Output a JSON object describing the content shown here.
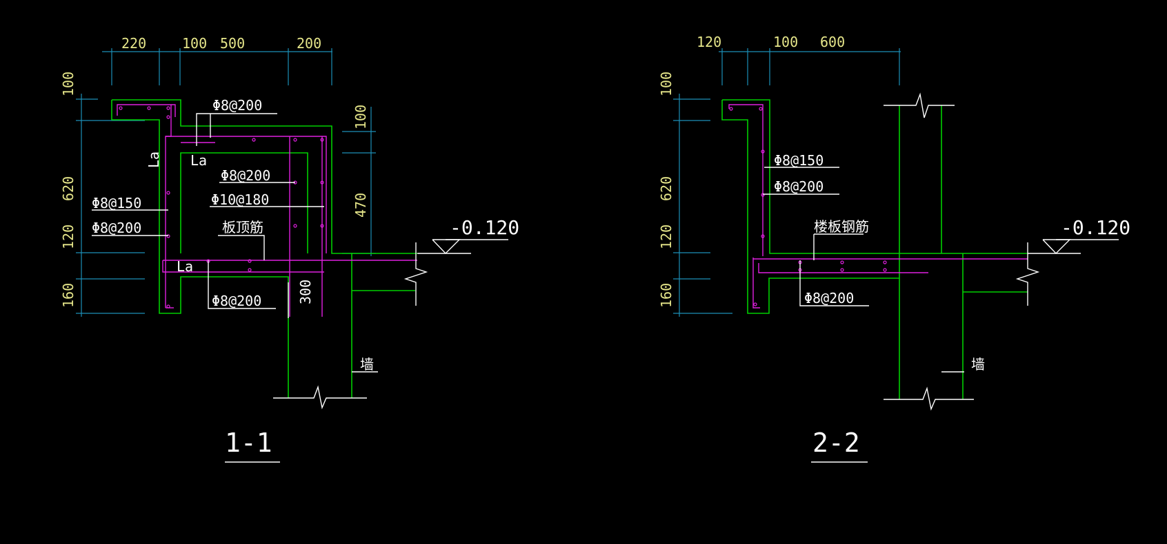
{
  "colors": {
    "background": "#000000",
    "concrete_outline": "#00d000",
    "rebar": "#e020e0",
    "dimension_line": "#1c8fb8",
    "dimension_text": "#e6e68a",
    "annotation_text": "#ffffff"
  },
  "section_1": {
    "title": "1-1",
    "dims_top": [
      "220",
      "100",
      "500",
      "200"
    ],
    "dims_left": [
      "100",
      "620",
      "120",
      "160"
    ],
    "dims_right": [
      "100",
      "470"
    ],
    "dim_inner": "300",
    "labels": {
      "la_vertical": "La",
      "la_top": "La",
      "la_bottom": "La",
      "rebar_top": "Φ8@200",
      "rebar_mid": "Φ8@200",
      "rebar_phi10": "Φ10@180",
      "rebar_left_1": "Φ8@150",
      "rebar_left_2": "Φ8@200",
      "slab_top_bar": "板顶筋",
      "rebar_bottom": "Φ8@200",
      "wall": "墙",
      "elevation": "-0.120"
    }
  },
  "section_2": {
    "title": "2-2",
    "dims_top": [
      "120",
      "100",
      "600"
    ],
    "dims_left": [
      "100",
      "620",
      "120",
      "160"
    ],
    "labels": {
      "rebar_1": "Φ8@150",
      "rebar_2": "Φ8@200",
      "floor_bar": "楼板钢筋",
      "rebar_bottom": "Φ8@200",
      "wall": "墙",
      "elevation": "-0.120"
    }
  }
}
